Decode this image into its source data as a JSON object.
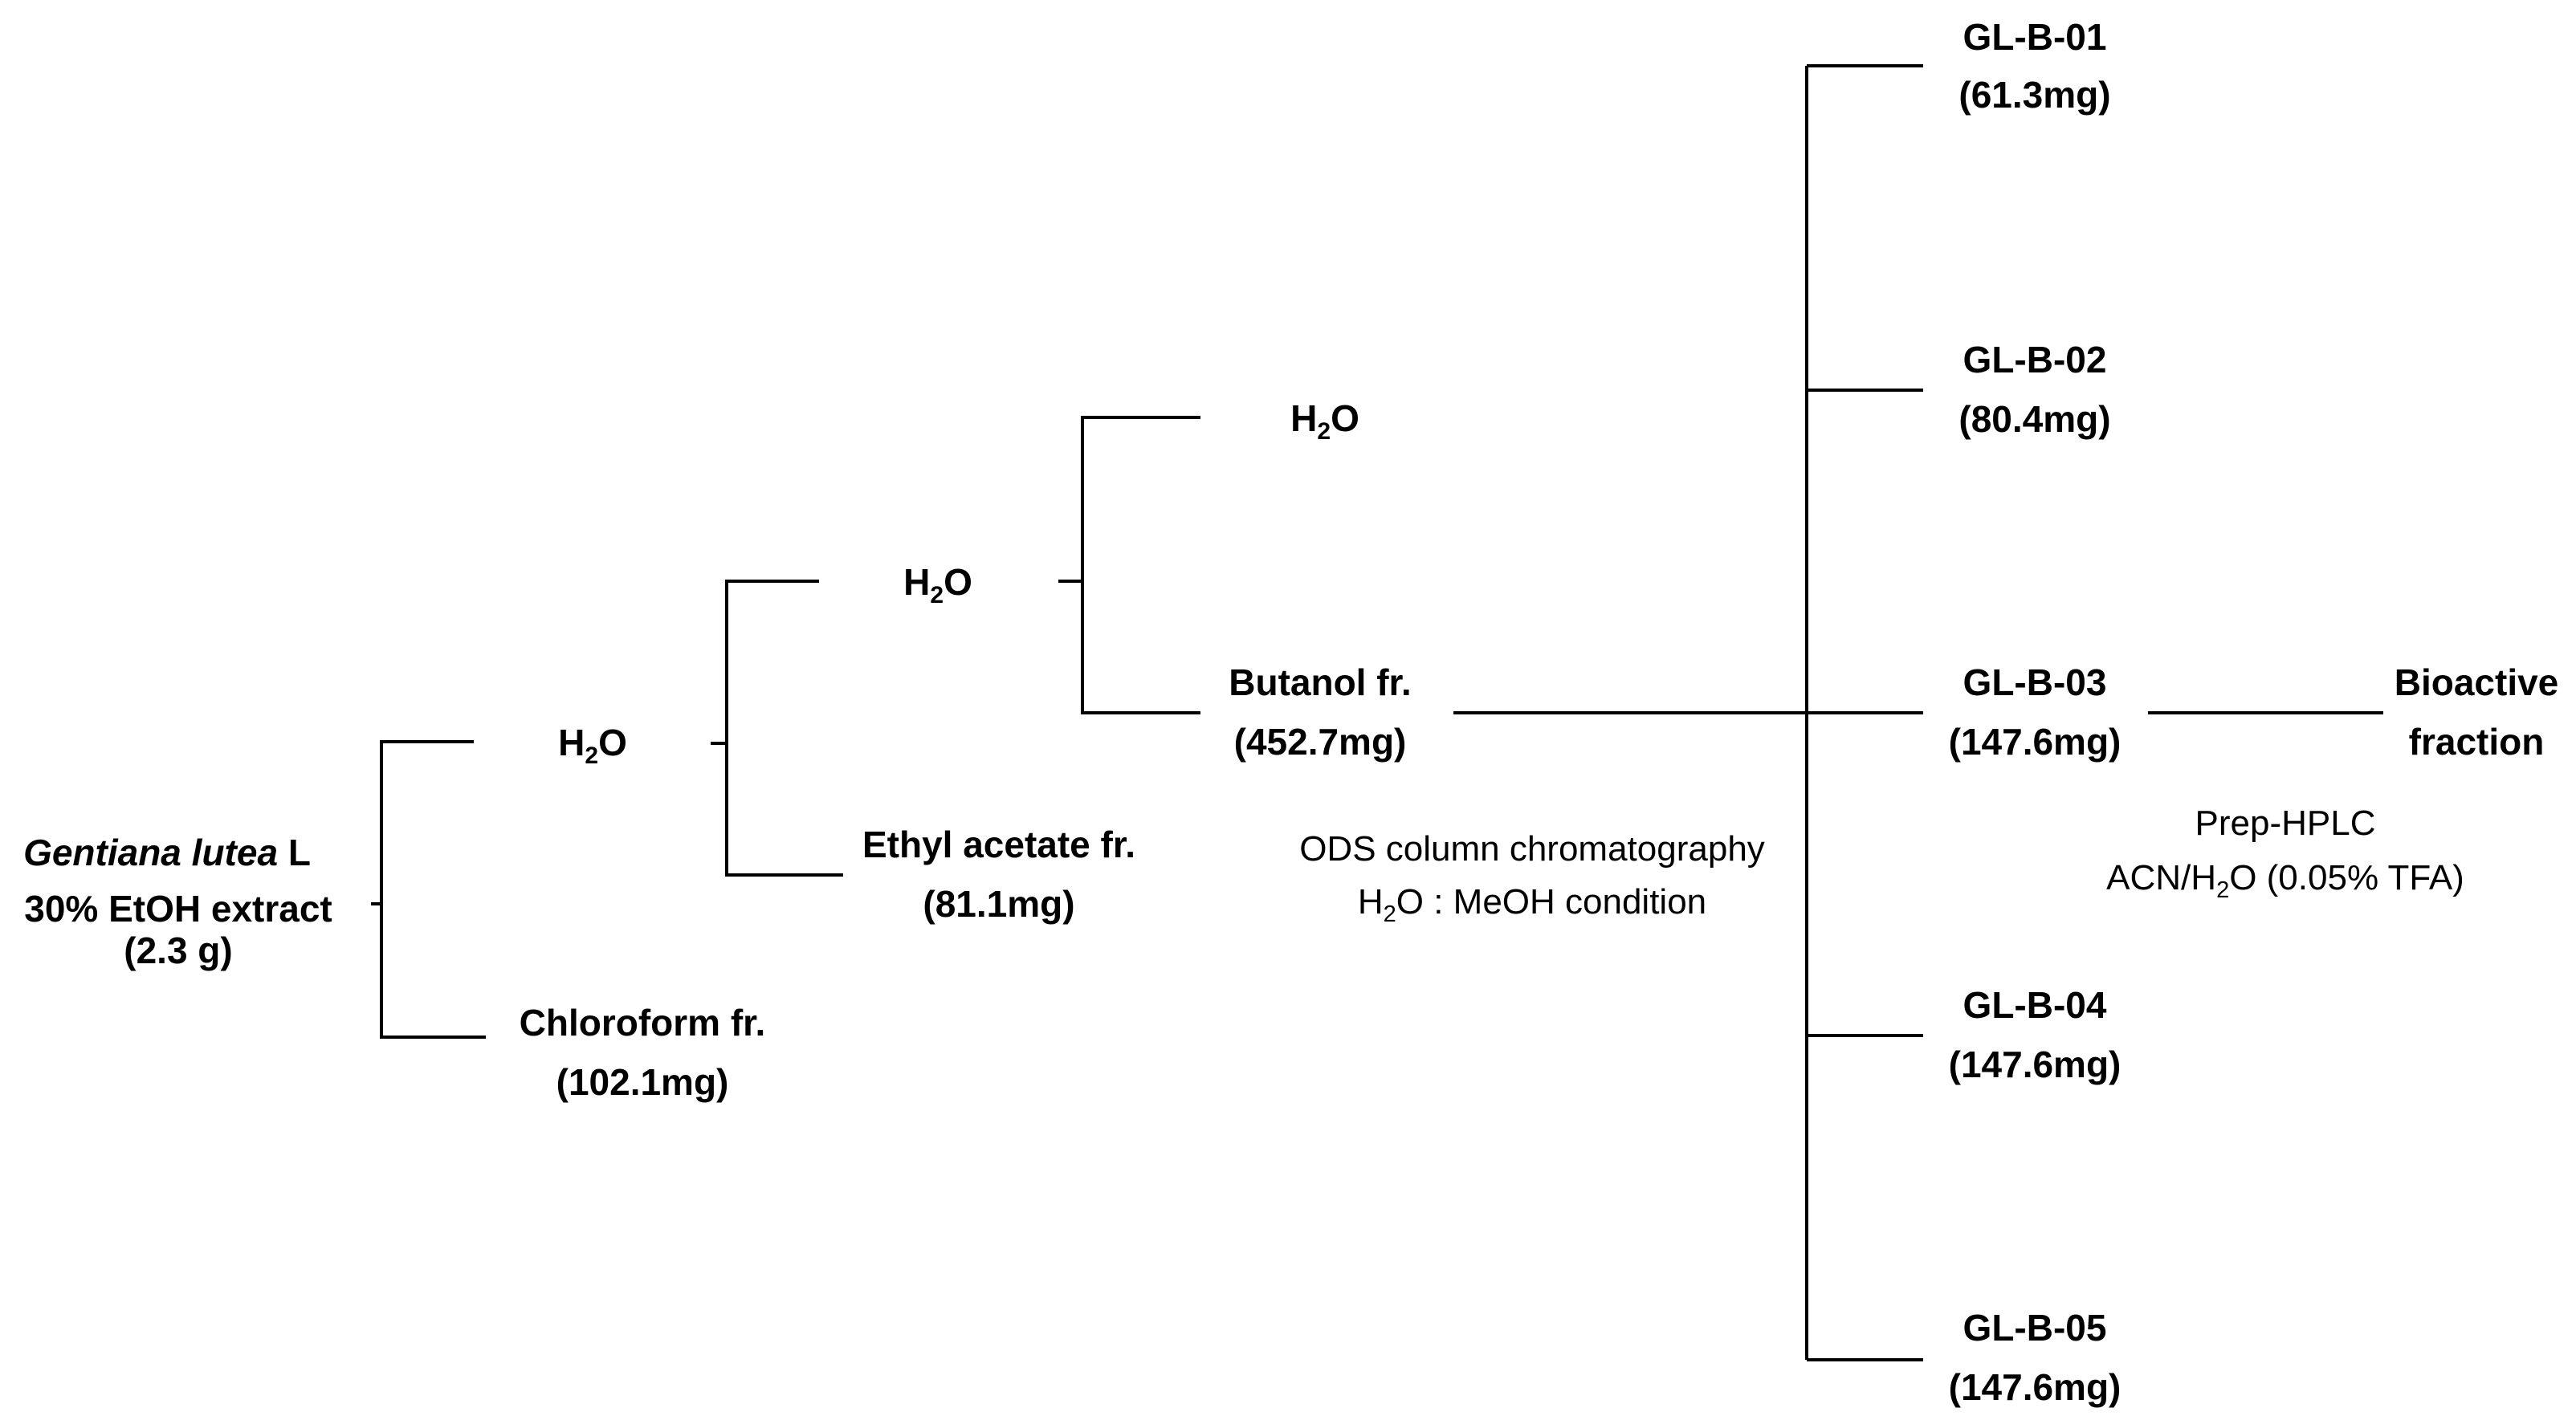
{
  "start": {
    "name": "Gentiana lutea",
    "name_suffix": "L",
    "extract": "30% EtOH extract",
    "amount": "(2.3 g)"
  },
  "level1": {
    "water": {
      "base": "H",
      "sub": "2",
      "rest": "O"
    },
    "chloroform": {
      "label": "Chloroform fr.",
      "amount": "(102.1mg)"
    }
  },
  "level2": {
    "water": {
      "base": "H",
      "sub": "2",
      "rest": "O"
    },
    "ethyl_acetate": {
      "label": "Ethyl acetate fr.",
      "amount": "(81.1mg)"
    }
  },
  "level3": {
    "water": {
      "base": "H",
      "sub": "2",
      "rest": "O"
    },
    "butanol": {
      "label": "Butanol fr.",
      "amount": "(452.7mg)"
    }
  },
  "ods_method": {
    "line1": "ODS column chromatography",
    "line2_base": "H",
    "line2_sub": "2",
    "line2_rest": "O : MeOH condition"
  },
  "fractions": [
    {
      "name": "GL-B-01",
      "amount": "(61.3mg)"
    },
    {
      "name": "GL-B-02",
      "amount": "(80.4mg)"
    },
    {
      "name": "GL-B-03",
      "amount": "(147.6mg)"
    },
    {
      "name": "GL-B-04",
      "amount": "(147.6mg)"
    },
    {
      "name": "GL-B-05",
      "amount": "(147.6mg)"
    }
  ],
  "hplc_method": {
    "line1": "Prep-HPLC",
    "line2_pre": "ACN/H",
    "line2_sub": "2",
    "line2_rest": "O (0.05% TFA)"
  },
  "bioactive": {
    "line1": "Bioactive",
    "line2": "fraction"
  }
}
